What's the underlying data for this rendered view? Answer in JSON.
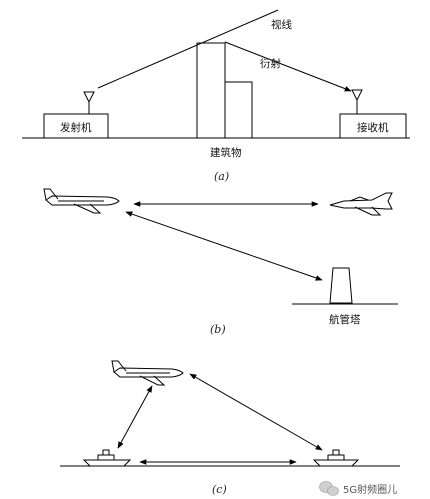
{
  "panel_a": {
    "caption": "(a)",
    "transmitter_label": "发射机",
    "receiver_label": "接收机",
    "building_label": "建筑物",
    "line_of_sight_label": "视线",
    "diffraction_label": "衍射"
  },
  "panel_b": {
    "caption": "(b)",
    "tower_label": "航管塔"
  },
  "panel_c": {
    "caption": "(c)"
  },
  "watermark": {
    "text": "5G射频圈儿",
    "icon": "wechat-icon"
  }
}
